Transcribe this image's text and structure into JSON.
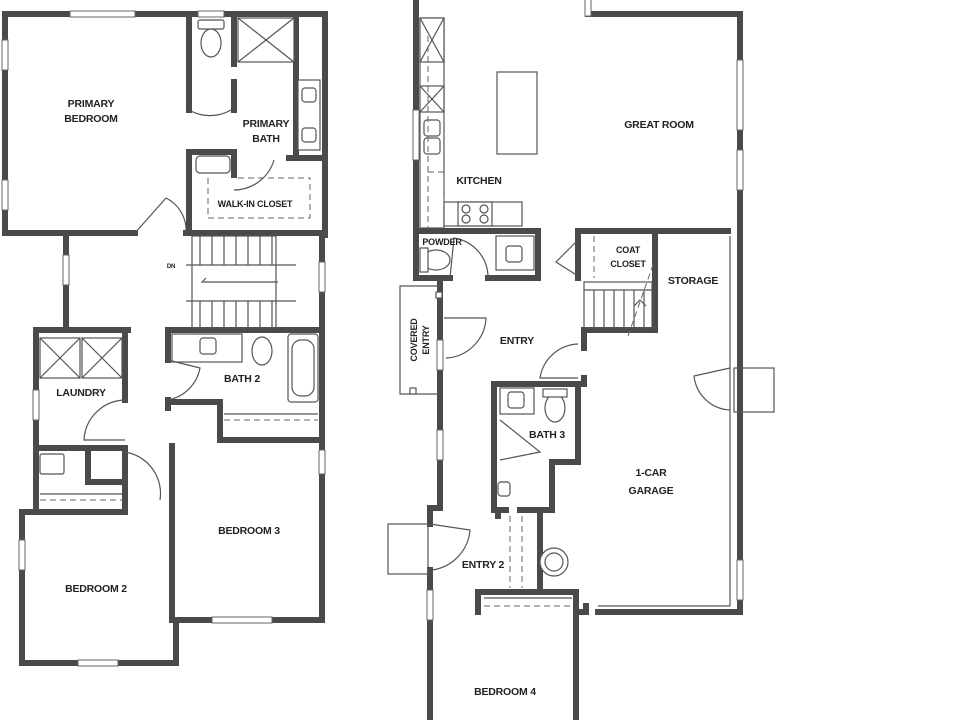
{
  "rooms": {
    "primary_bedroom_1": "PRIMARY",
    "primary_bedroom_2": "BEDROOM",
    "primary_bath_1": "PRIMARY",
    "primary_bath_2": "BATH",
    "walk_in_closet": "WALK-IN CLOSET",
    "dn": "DN",
    "laundry": "LAUNDRY",
    "bath2": "BATH 2",
    "bedroom2": "BEDROOM 2",
    "bedroom3": "BEDROOM 3",
    "kitchen": "KITCHEN",
    "great_room": "GREAT ROOM",
    "powder": "POWDER",
    "coat_closet_1": "COAT",
    "coat_closet_2": "CLOSET",
    "storage": "STORAGE",
    "covered_entry_1": "COVERED",
    "covered_entry_2": "ENTRY",
    "entry": "ENTRY",
    "bath3": "BATH 3",
    "garage_1": "1-CAR",
    "garage_2": "GARAGE",
    "entry2": "ENTRY 2",
    "bedroom4": "BEDROOM 4"
  }
}
